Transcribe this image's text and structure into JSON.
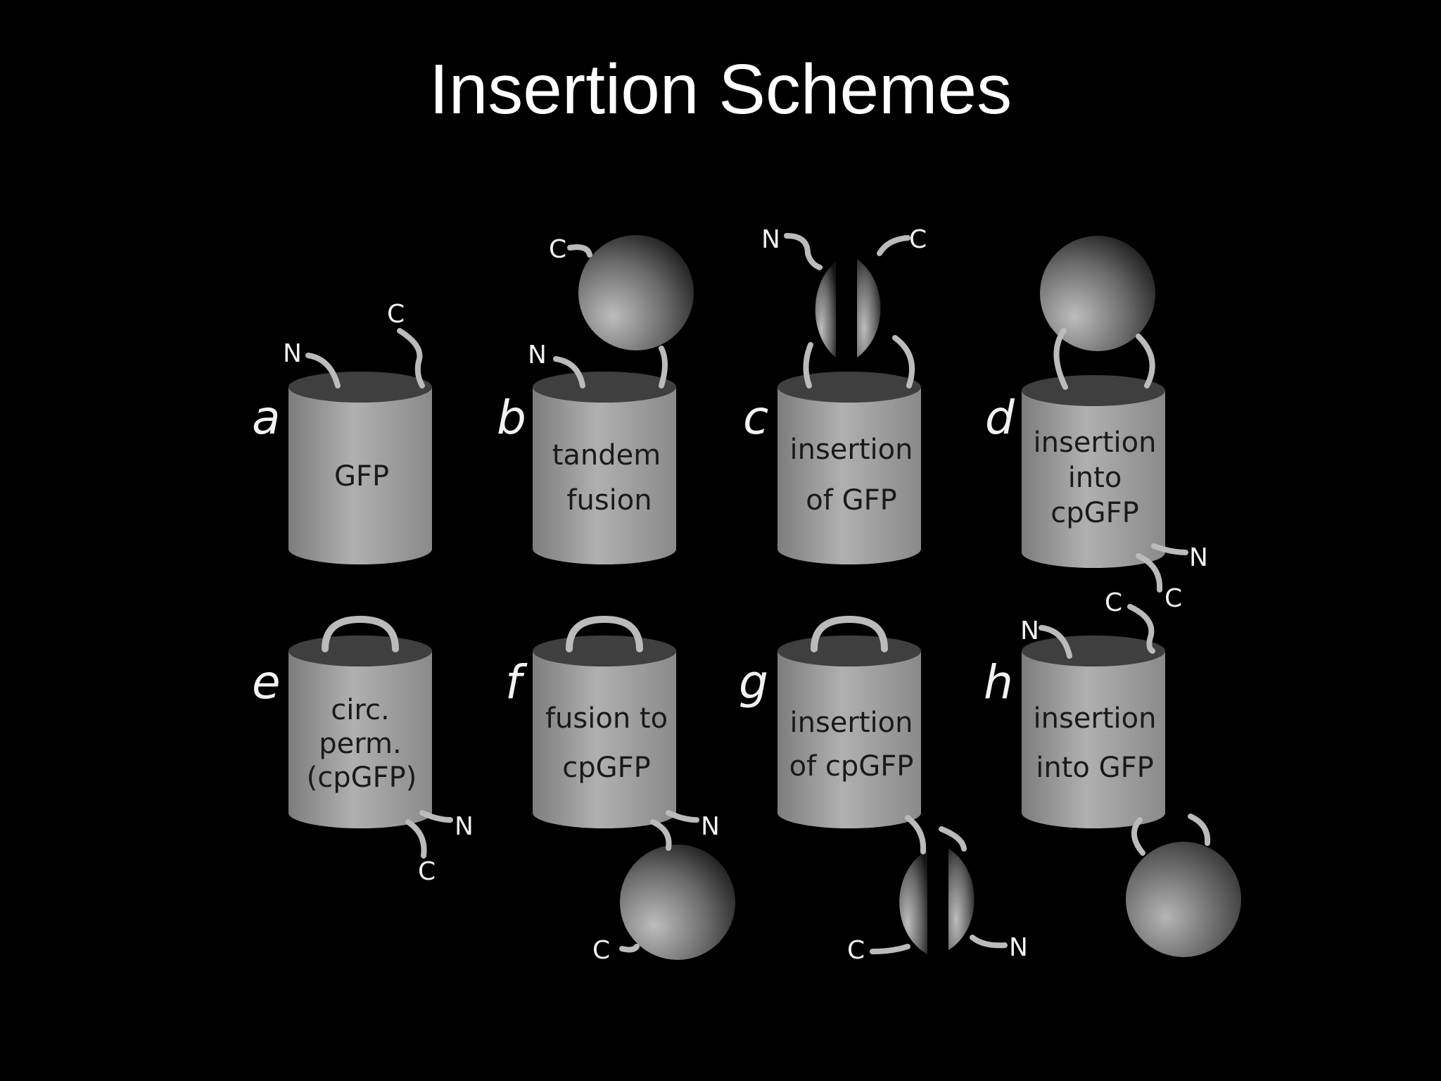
{
  "title": "Insertion Schemes",
  "panels": [
    {
      "letter": "a",
      "lines": [
        "GFP"
      ],
      "top_terms": [
        "N",
        "C"
      ],
      "bottom_terms": [],
      "extra_terms": []
    },
    {
      "letter": "b",
      "lines": [
        "tandem",
        "fusion"
      ],
      "top_terms": [
        "N",
        "C"
      ],
      "bottom_terms": [],
      "extra_terms": []
    },
    {
      "letter": "c",
      "lines": [
        "insertion",
        "of GFP"
      ],
      "top_terms": [
        "N",
        "C"
      ],
      "bottom_terms": [],
      "extra_terms": []
    },
    {
      "letter": "d",
      "lines": [
        "insertion",
        "into",
        "cpGFP"
      ],
      "top_terms": [],
      "bottom_terms": [
        "N",
        "C"
      ],
      "extra_terms": []
    },
    {
      "letter": "e",
      "lines": [
        "circ.",
        "perm.",
        "(cpGFP)"
      ],
      "top_terms": [],
      "bottom_terms": [
        "N",
        "C"
      ],
      "extra_terms": []
    },
    {
      "letter": "f",
      "lines": [
        "fusion to",
        "cpGFP"
      ],
      "top_terms": [],
      "bottom_terms": [
        "N",
        "C"
      ],
      "extra_terms": []
    },
    {
      "letter": "g",
      "lines": [
        "insertion",
        "of cpGFP"
      ],
      "top_terms": [],
      "bottom_terms": [
        "C",
        "N"
      ],
      "extra_terms": []
    },
    {
      "letter": "h",
      "lines": [
        "insertion",
        "into GFP"
      ],
      "top_terms": [
        "N",
        "C"
      ],
      "bottom_terms": [],
      "extra_terms": []
    }
  ],
  "colors": {
    "background": "#000000",
    "text": "#ffffff",
    "cylinder": "#9a9a9a"
  }
}
